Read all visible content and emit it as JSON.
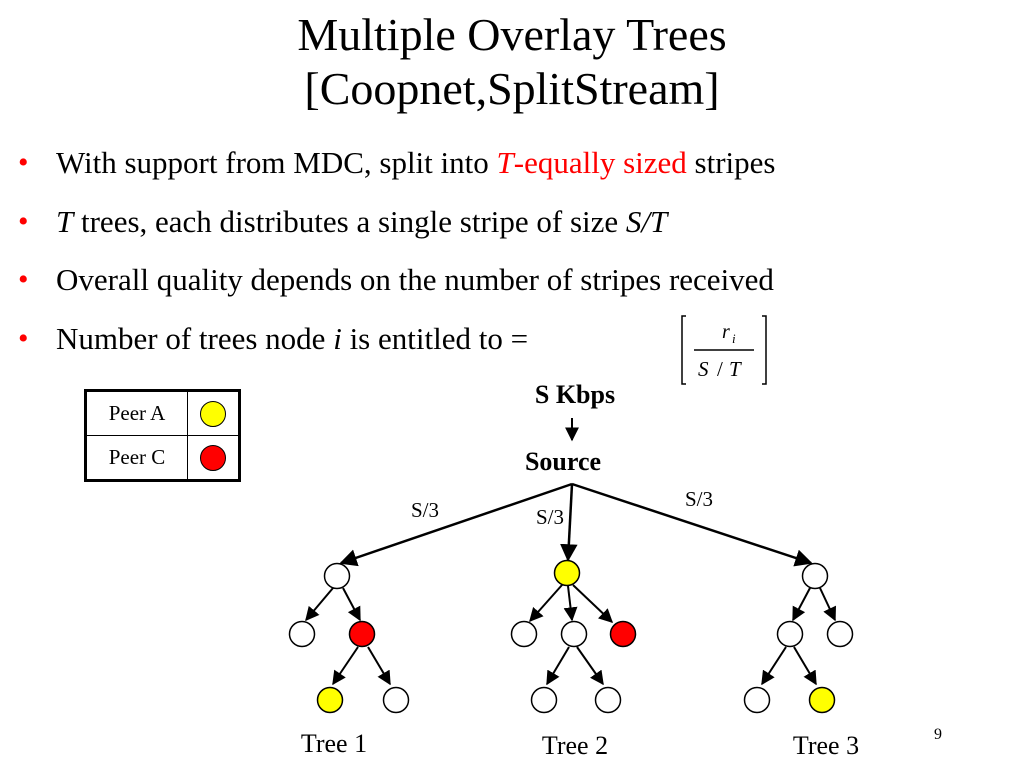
{
  "title": {
    "line1": "Multiple Overlay Trees",
    "line2": "[Coopnet,SplitStream]"
  },
  "bullets": [
    {
      "text_a": "With support from MDC, split into ",
      "emph_italic": "T",
      "emph_red": "-equally sized",
      "text_b": " stripes"
    },
    {
      "var_t": "T",
      "text": " trees, each distributes a single stripe of size ",
      "var_st": "S/T"
    },
    {
      "text": "Overall quality depends on the number of stripes received"
    },
    {
      "text": "Number of trees node ",
      "var_i": "i",
      "text_b": " is entitled to = "
    }
  ],
  "formula": {
    "numerator": "r",
    "numerator_sub": "i",
    "denominator_s": "S",
    "denominator_slash": "/",
    "denominator_t": "T"
  },
  "legend": {
    "rows": [
      {
        "label": "Peer A",
        "color": "#ffff00"
      },
      {
        "label": "Peer C",
        "color": "#ff0000"
      }
    ]
  },
  "diagram": {
    "rate_label": "S Kbps",
    "source_label": "Source",
    "edge_labels": [
      "S/3",
      "S/3",
      "S/3"
    ],
    "tree_labels": [
      "Tree 1",
      "Tree 2",
      "Tree 3"
    ],
    "colors": {
      "white": "#ffffff",
      "yellow": "#ffff00",
      "red": "#ff0000"
    }
  },
  "page_number": "9"
}
